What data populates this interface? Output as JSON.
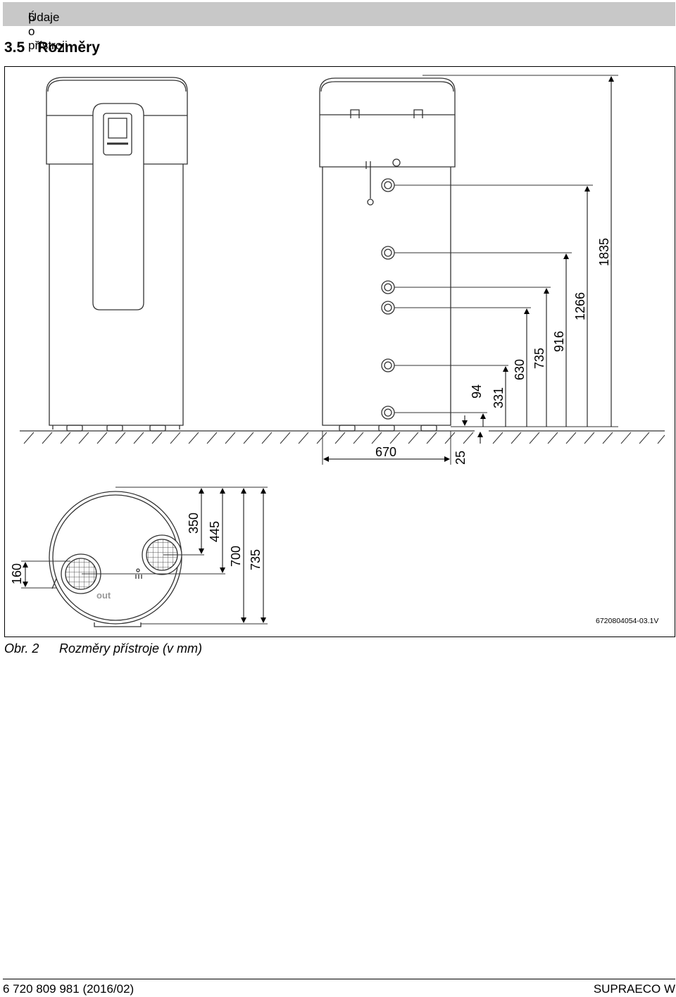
{
  "header": {
    "page_number": "6",
    "separator": "|",
    "chapter": "Údaje o přístroji"
  },
  "section": {
    "number": "3.5",
    "title": "Rozměry"
  },
  "figure": {
    "id": "6720804054-03.1V",
    "out_label": "out",
    "dims_side": {
      "total_height": "1835",
      "conn_1": "1266",
      "conn_2": "916",
      "conn_3": "735",
      "conn_4": "630",
      "conn_5": "331",
      "conn_6": "94",
      "feet": "25",
      "width": "670"
    },
    "dims_top": {
      "d_350": "350",
      "d_445": "445",
      "d_700": "700",
      "d_735": "735",
      "d_160": "160"
    }
  },
  "caption": {
    "label": "Obr. 2",
    "text": "Rozměry přístroje (v mm)"
  },
  "footer": {
    "doc_number": "6 720 809 981 (2016/02)",
    "product": "SUPRAECO W"
  }
}
